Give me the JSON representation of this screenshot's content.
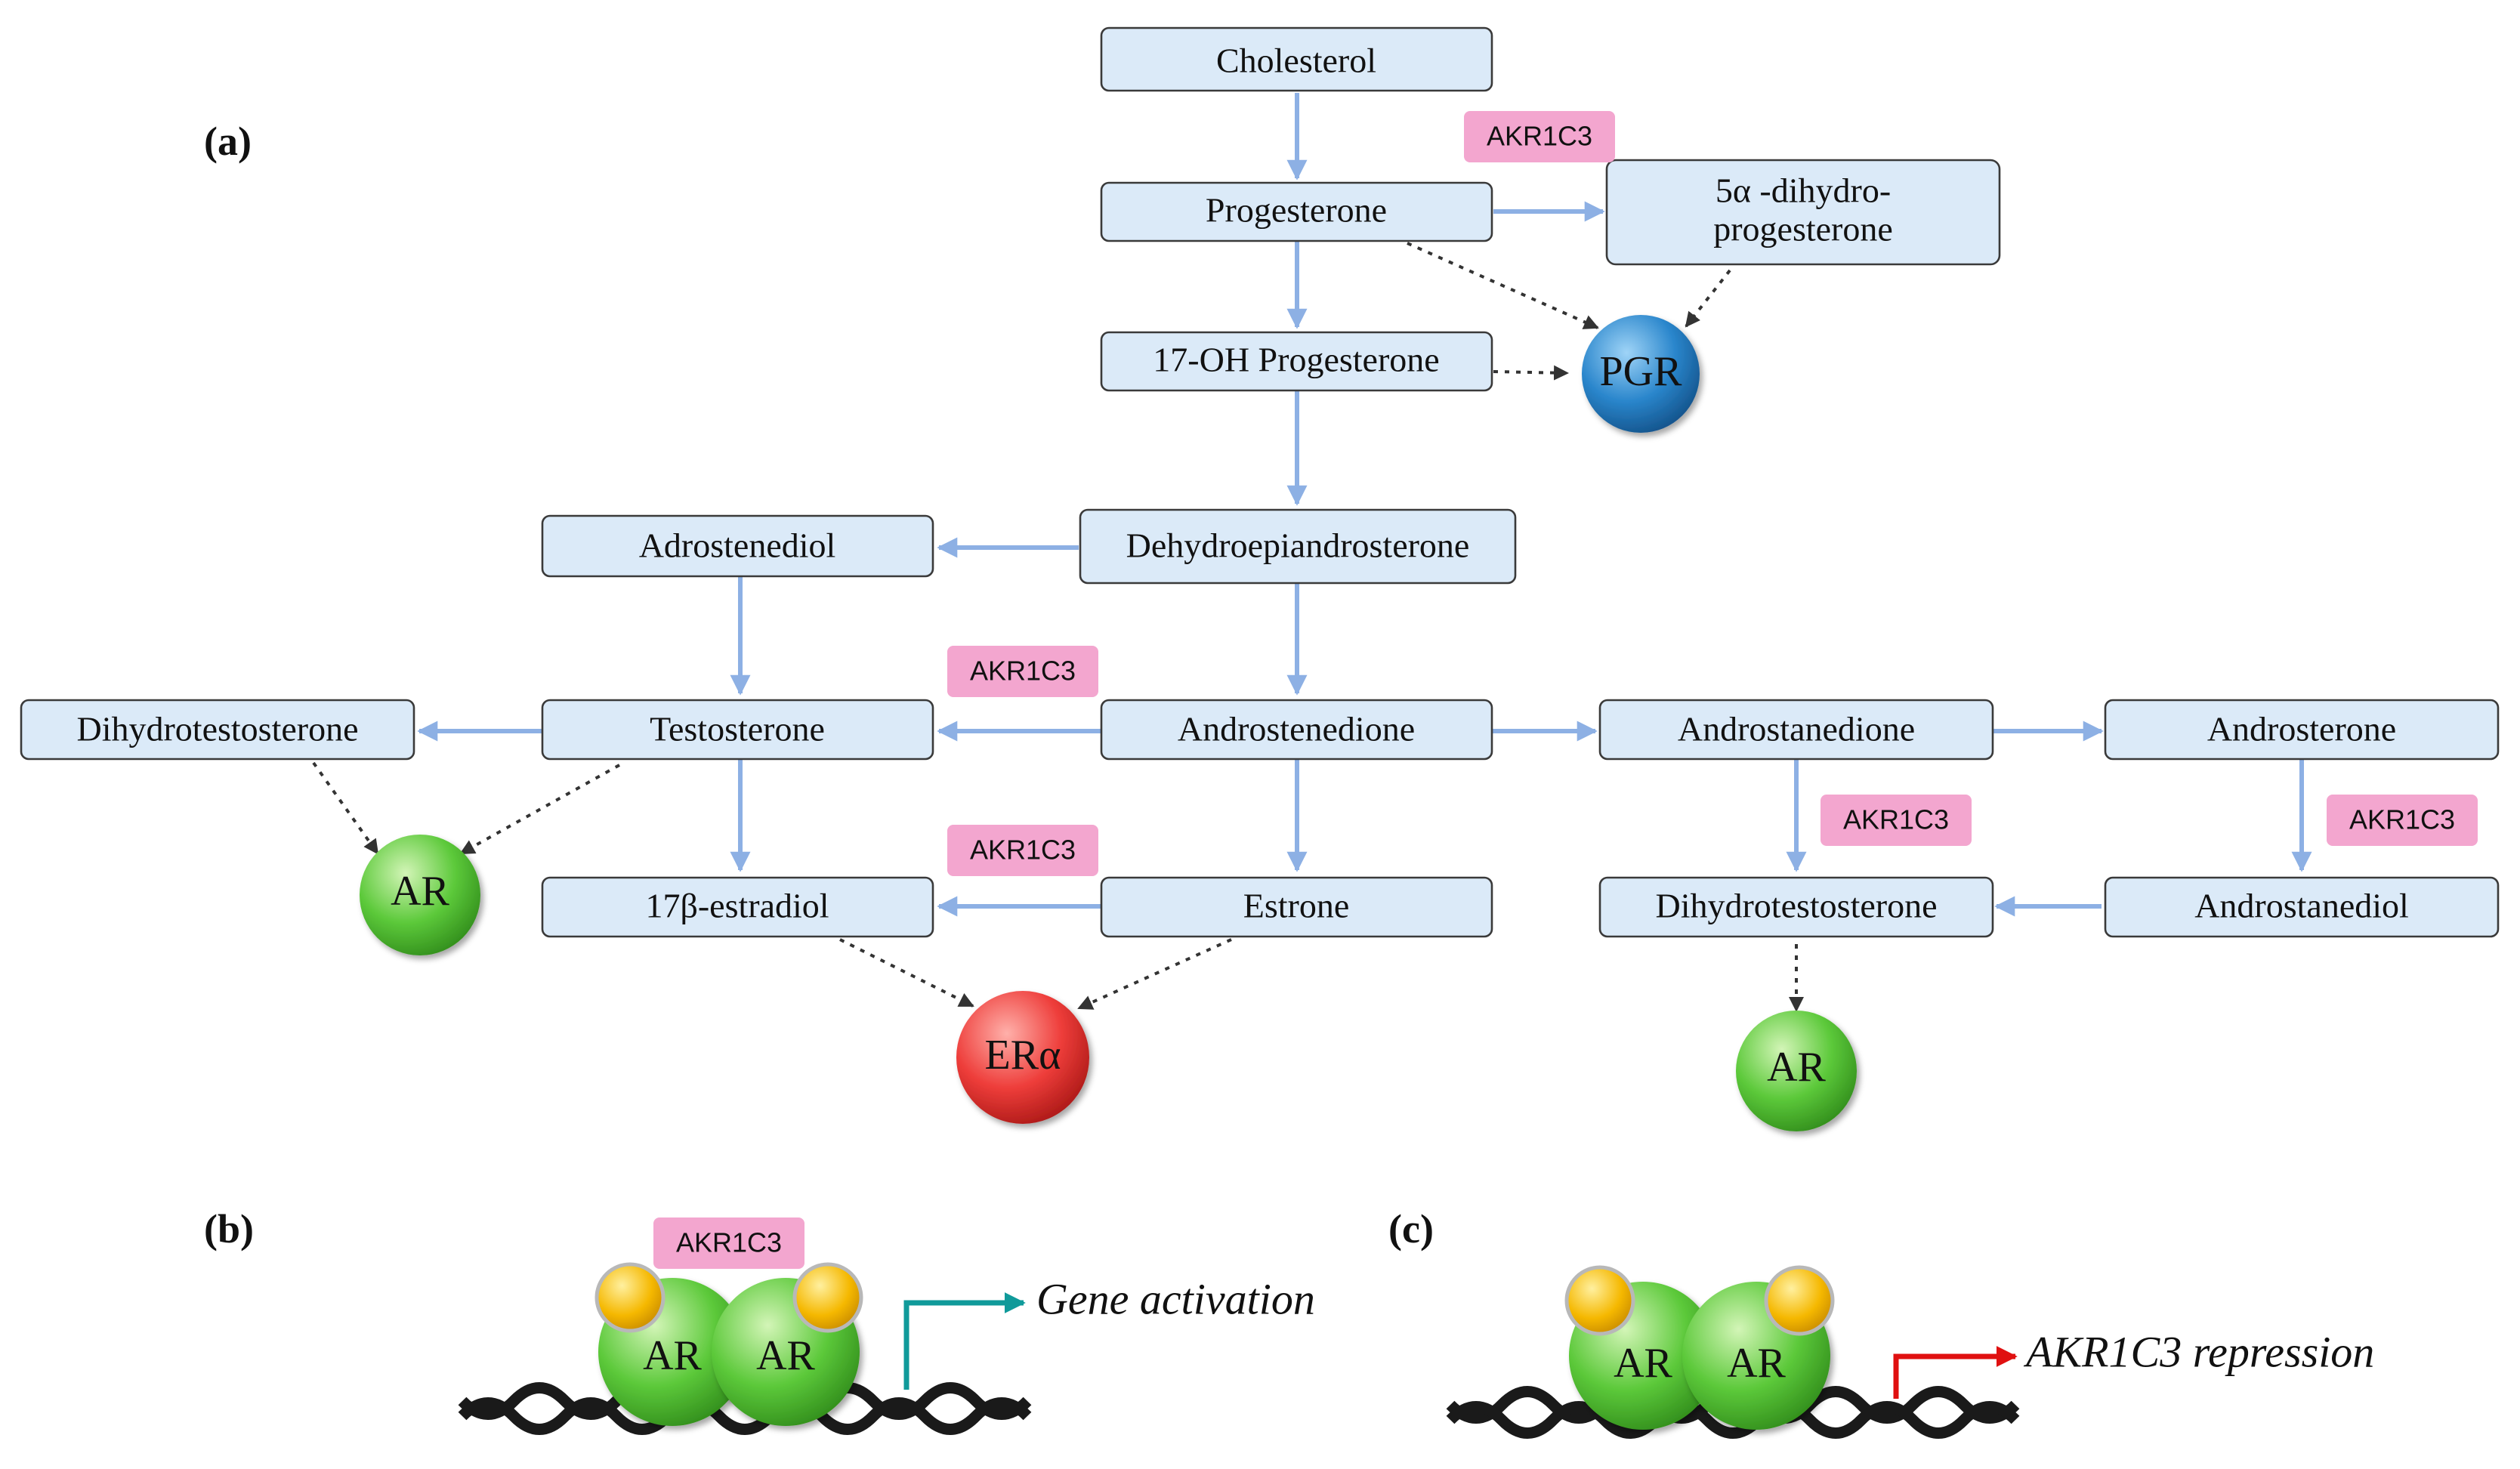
{
  "panels": {
    "a": "(a)",
    "b": "(b)",
    "c": "(c)"
  },
  "enzyme_label": "AKR1C3",
  "nodes": {
    "cholesterol": "Cholesterol",
    "progesterone": "Progesterone",
    "dihydroprogesterone_line1": "5α -dihydro-",
    "dihydroprogesterone_line2": "progesterone",
    "oh_progesterone": "17-OH Progesterone",
    "dhea": "Dehydroepiandrosterone",
    "adrostenediol": "Adrostenediol",
    "dht_left": "Dihydrotestosterone",
    "testosterone": "Testosterone",
    "androstenedione": "Androstenedione",
    "androstanedione": "Androstanedione",
    "androsterone": "Androsterone",
    "estradiol": "17β-estradiol",
    "estrone": "Estrone",
    "dht_right": "Dihydrotestosterone",
    "androstanediol": "Androstanediol"
  },
  "receptors": {
    "pgr": "PGR",
    "ar": "AR",
    "era": "ERα"
  },
  "captions": {
    "gene_activation": "Gene activation",
    "akr1c3_repression": "AKR1C3 repression"
  },
  "colors": {
    "node_fill": "#dbeaf8",
    "enzyme_fill": "#f3a6cf",
    "flow_arrow": "#8db0e4",
    "pgr": "#2a86cc",
    "ar": "#5cc93a",
    "era": "#ee3d3a",
    "ligand": "#f5b800",
    "activation_arrow": "#109a9a",
    "repression_arrow": "#e01010"
  }
}
